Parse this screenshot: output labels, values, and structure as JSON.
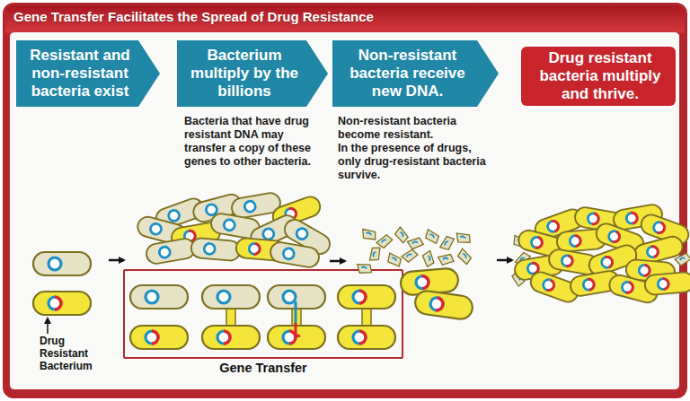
{
  "diagram": {
    "title": "Gene Transfer Facilitates the Spread of Drug Resistance",
    "nodes": [
      {
        "text": [
          "Resistant and non-resistant bacteria exist"
        ]
      },
      {
        "text": [
          "Bacterium multiply by the billions",
          "Bacteria that have drug resistant DNA may transfer a copy of these genes to other bacteria."
        ]
      },
      {
        "text": [
          "Non-resistant bacteria receive new DNA.",
          "Non-resistant bacteria become resistant.",
          "In the presence of drugs, only drug-resistant bacteria survive."
        ]
      },
      {
        "text": [
          "Drug resistant bacteria multiply and thrive."
        ]
      },
      {
        "text": [
          "Gene Transfer"
        ]
      }
    ],
    "labels": [
      "Drug Resistant Bacterium"
    ]
  }
}
